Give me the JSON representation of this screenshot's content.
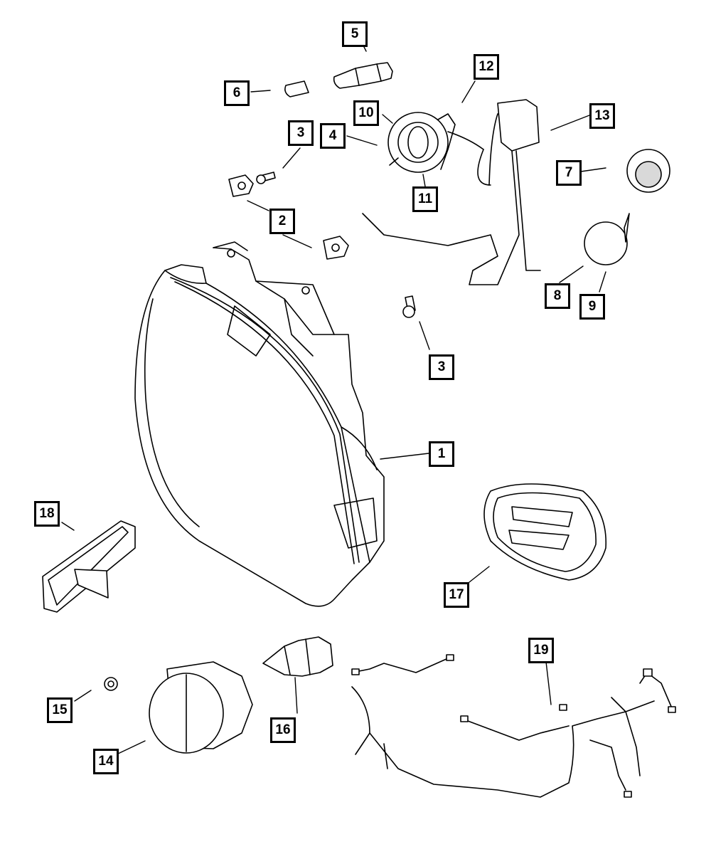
{
  "callouts": {
    "c1": "1",
    "c2": "2",
    "c3a": "3",
    "c3b": "3",
    "c4": "4",
    "c5": "5",
    "c6": "6",
    "c7": "7",
    "c8": "8",
    "c9": "9",
    "c10": "10",
    "c11": "11",
    "c12": "12",
    "c13": "13",
    "c14": "14",
    "c15": "15",
    "c16": "16",
    "c17": "17",
    "c18": "18",
    "c19": "19"
  },
  "colors": {
    "line": "#000000",
    "fill": "#ffffff",
    "shade": "#d9d9d9"
  }
}
